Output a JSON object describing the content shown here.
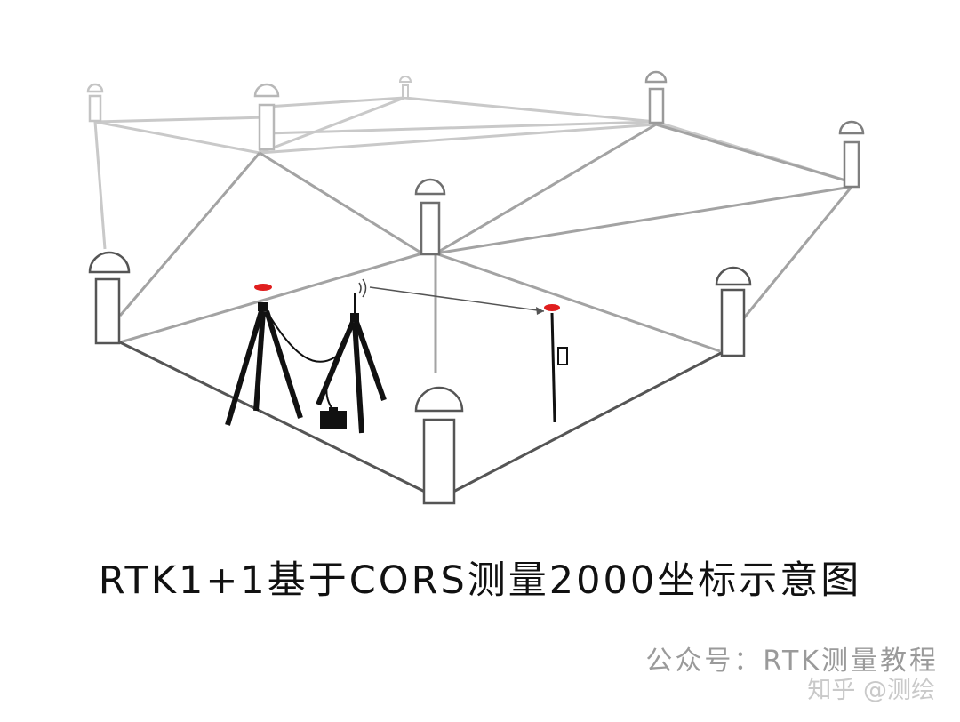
{
  "caption": "RTK1+1基于CORS测量2000坐标示意图",
  "account": "公众号：RTK测量教程",
  "watermark": "知乎 @测绘",
  "colors": {
    "front_line": "#555555",
    "mid_line": "#8c8c8c",
    "back_line": "#c8c8c8",
    "target_red": "#e01e1e",
    "equipment": "#111111"
  }
}
